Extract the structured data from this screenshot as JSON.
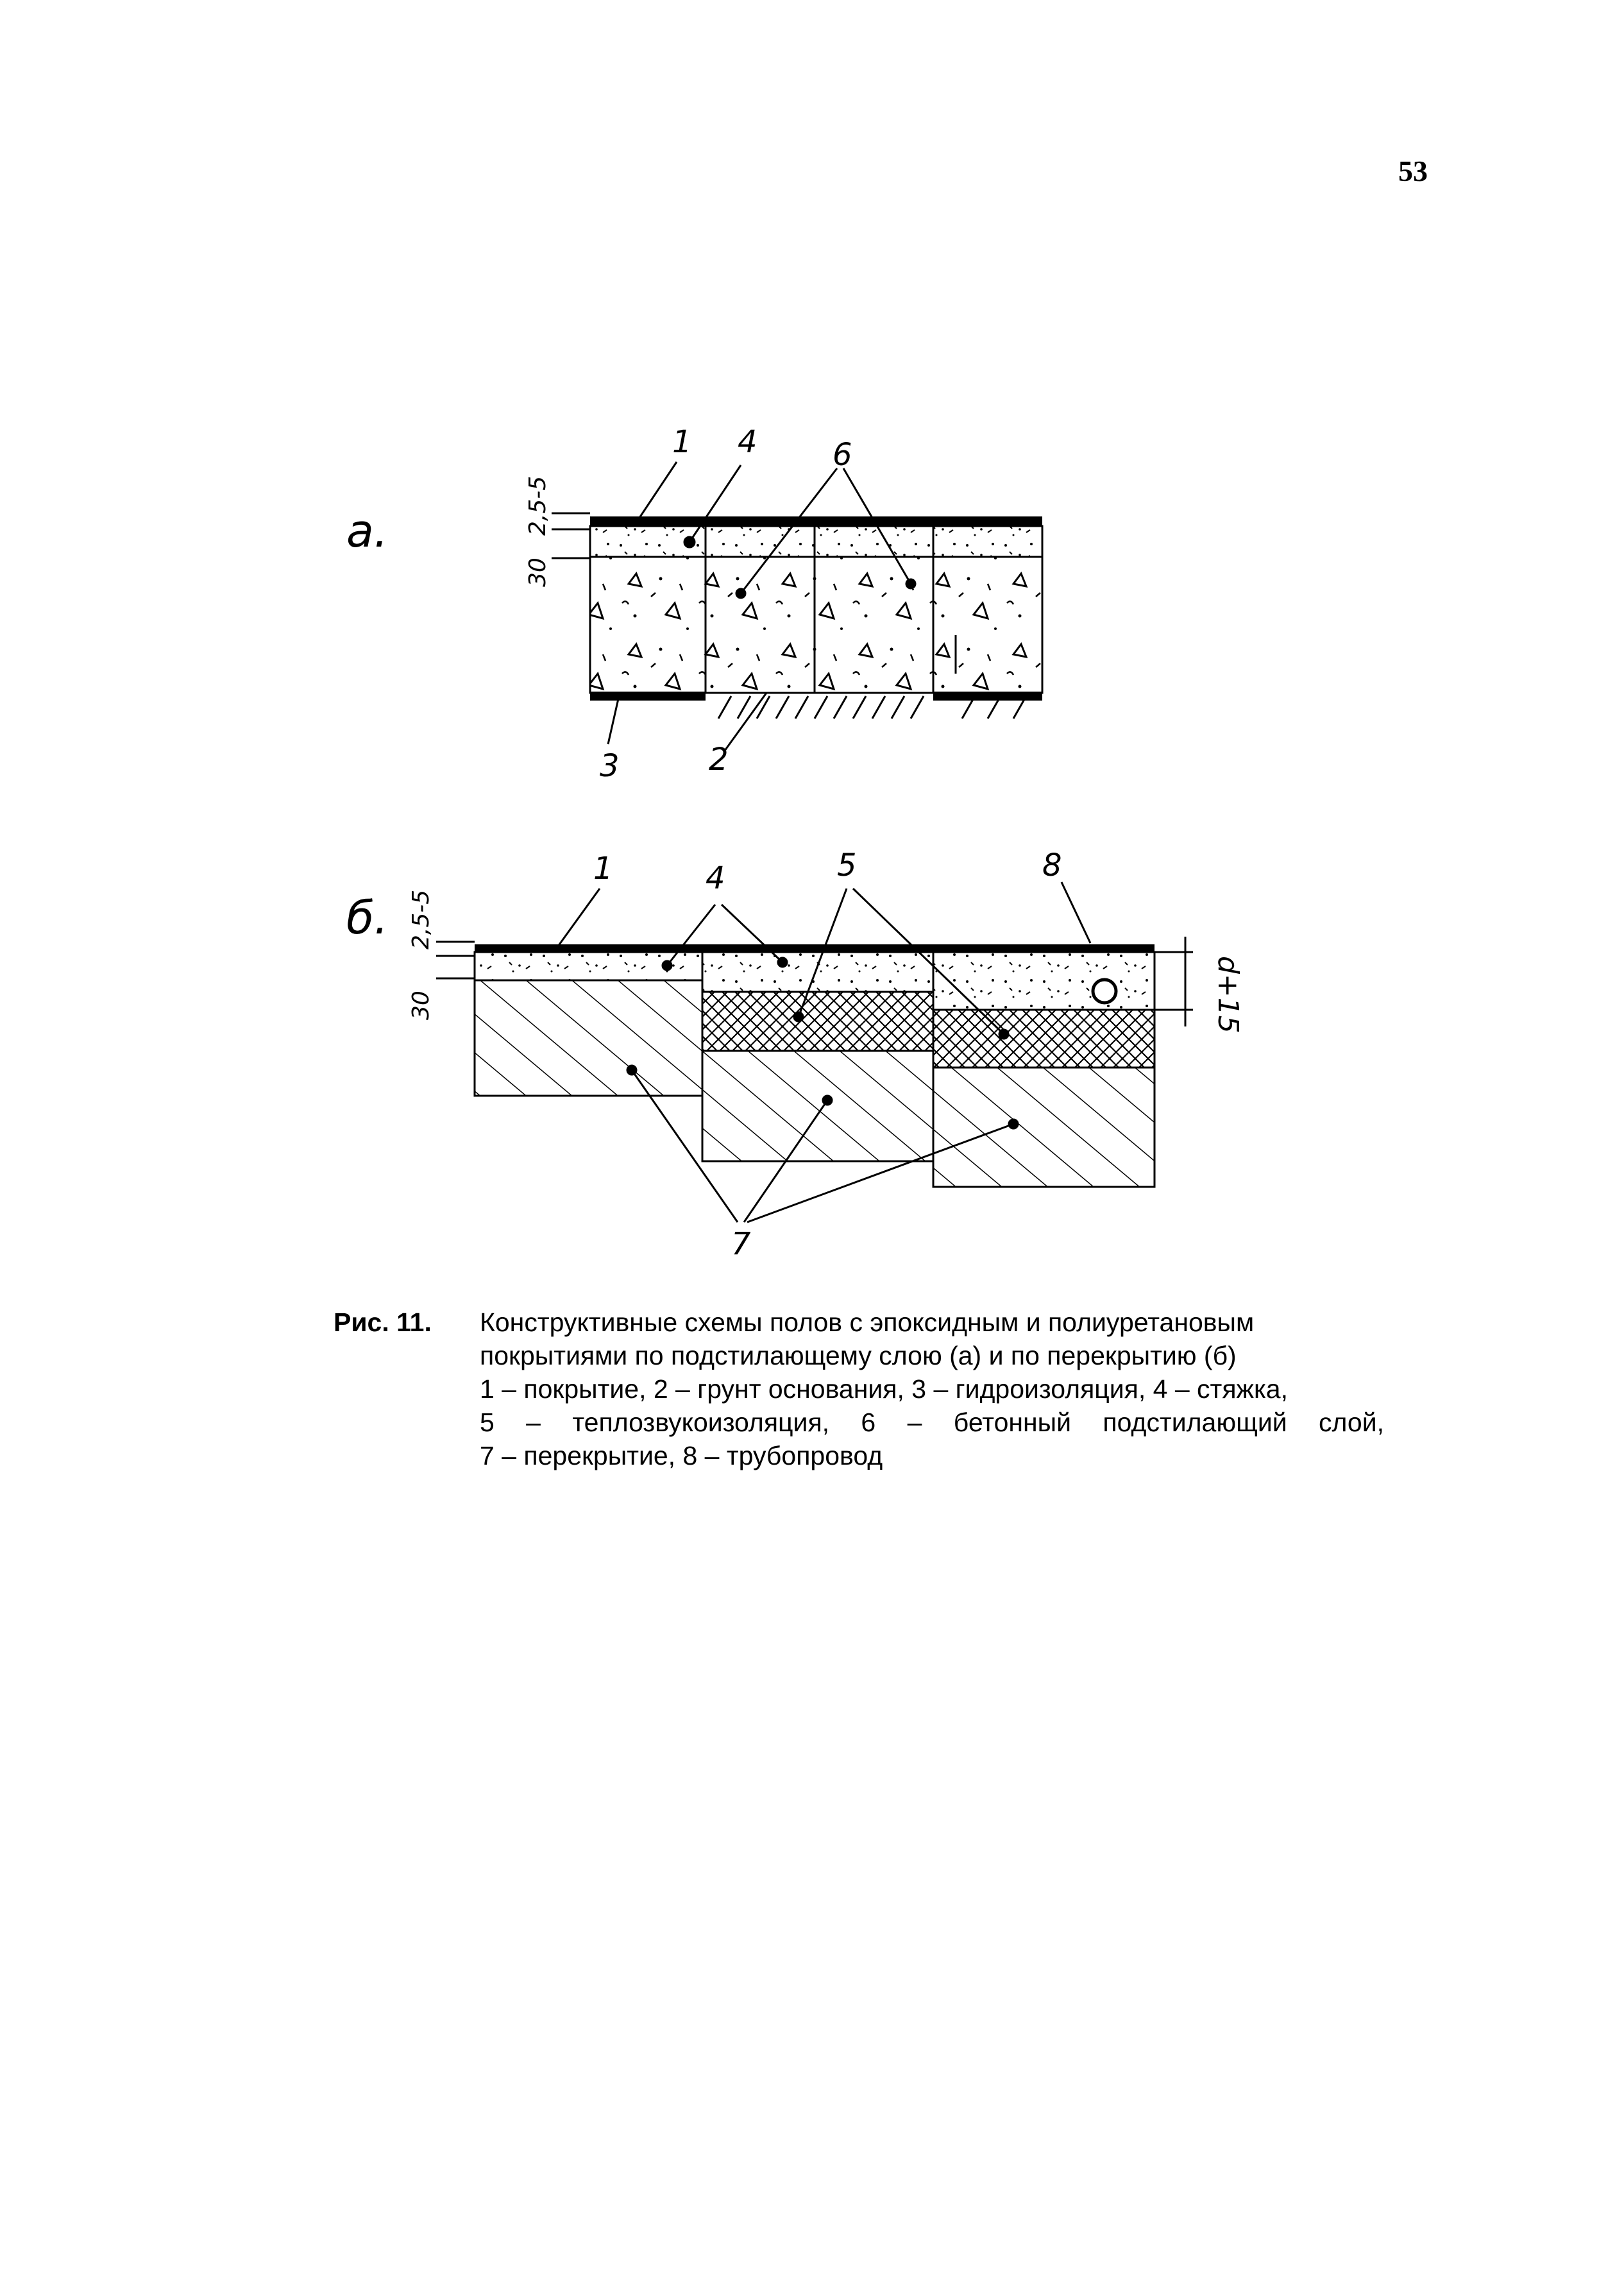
{
  "page_number": "53",
  "figure_a": {
    "panel_label": "а.",
    "dimension_top": "2,5-5",
    "dimension_bottom": "30",
    "callouts": [
      "1",
      "4",
      "6",
      "3",
      "2"
    ]
  },
  "figure_b": {
    "panel_label": "б.",
    "dimension_top": "2,5-5",
    "dimension_bottom": "30",
    "dimension_right": "d+15",
    "callouts": [
      "1",
      "4",
      "5",
      "8",
      "7"
    ]
  },
  "caption": {
    "label": "Рис. 11.",
    "lines": [
      "Конструктивные схемы полов с эпоксидным и полиуретановым",
      "покрытиями по подстилающему слою (а) и по перекрытию (б)",
      "1 – покрытие, 2 – грунт основания, 3 – гидроизоляция, 4 – стяжка,",
      "5 – теплозвукоизоляция, 6 – бетонный подстилающий слой,",
      "7 – перекрытие, 8 – трубопровод"
    ]
  }
}
